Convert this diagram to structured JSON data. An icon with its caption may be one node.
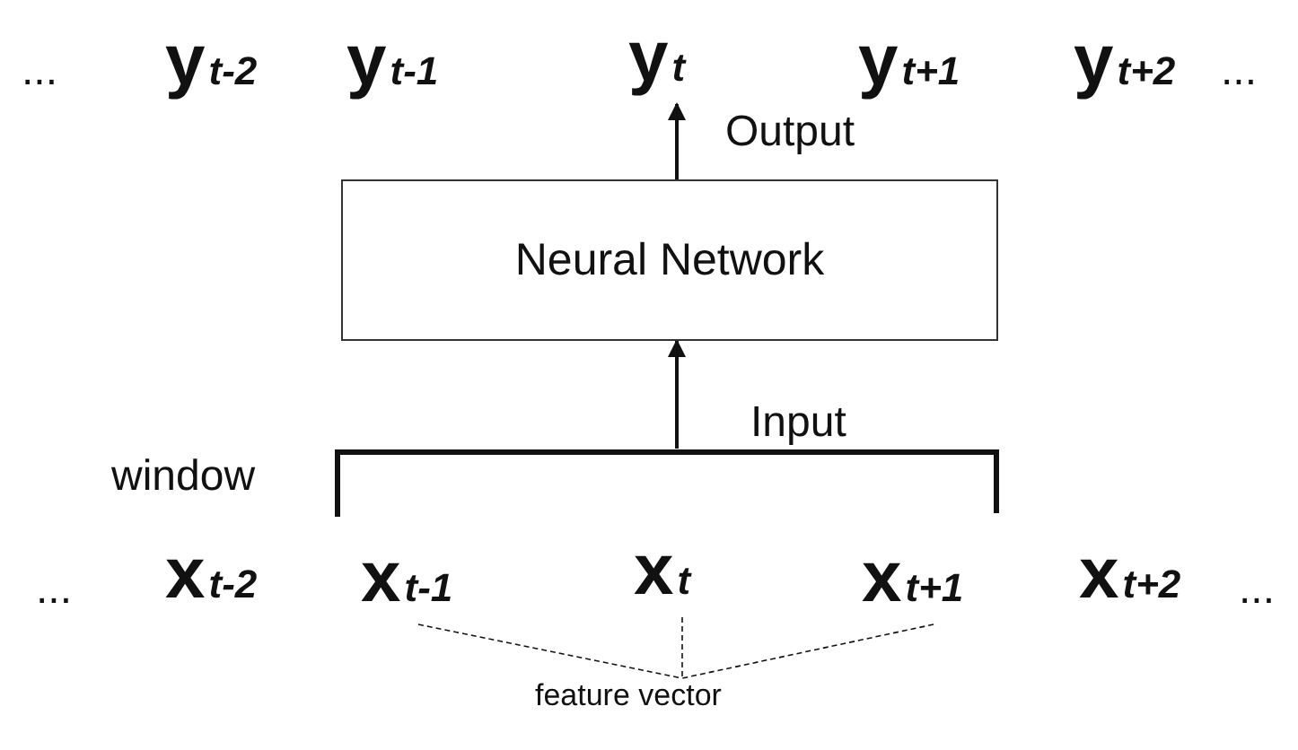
{
  "diagram": {
    "nodes": [
      {
        "text": [
          "y$_{t-2}$"
        ]
      },
      {
        "text": [
          "y$_{t-1}$"
        ]
      },
      {
        "text": [
          "y$_{t}$"
        ]
      },
      {
        "text": [
          "y$_{t+1}$"
        ]
      },
      {
        "text": [
          "y$_{t+2}$"
        ]
      },
      {
        "text": [
          "Neural Network"
        ]
      },
      {
        "text": [],
        "shape": "bar",
        "beside": [
          "window"
        ]
      },
      {
        "text": [
          "x$_{t-2}$"
        ]
      },
      {
        "text": [
          "x$_{t-1}$"
        ]
      },
      {
        "text": [
          "x$_{t}$"
        ]
      },
      {
        "text": [
          "x$_{t+1}$"
        ]
      },
      {
        "text": [
          "x$_{t+2}$"
        ]
      },
      {
        "text": [
          "feature vector"
        ]
      }
    ],
    "edges": [
      {
        "from": 5,
        "to": 2,
        "arrow": "to",
        "label": "Output"
      },
      {
        "from": 6,
        "to": 5,
        "arrow": "to",
        "label": "Input"
      },
      {
        "from": 8,
        "to": 12,
        "arrow": "none",
        "style": "dashed"
      },
      {
        "from": 9,
        "to": 12,
        "arrow": "none",
        "style": "dashed"
      },
      {
        "from": 10,
        "to": 12,
        "arrow": "none",
        "style": "dashed"
      }
    ],
    "labels": [
      "...",
      "...",
      "...",
      "..."
    ]
  }
}
